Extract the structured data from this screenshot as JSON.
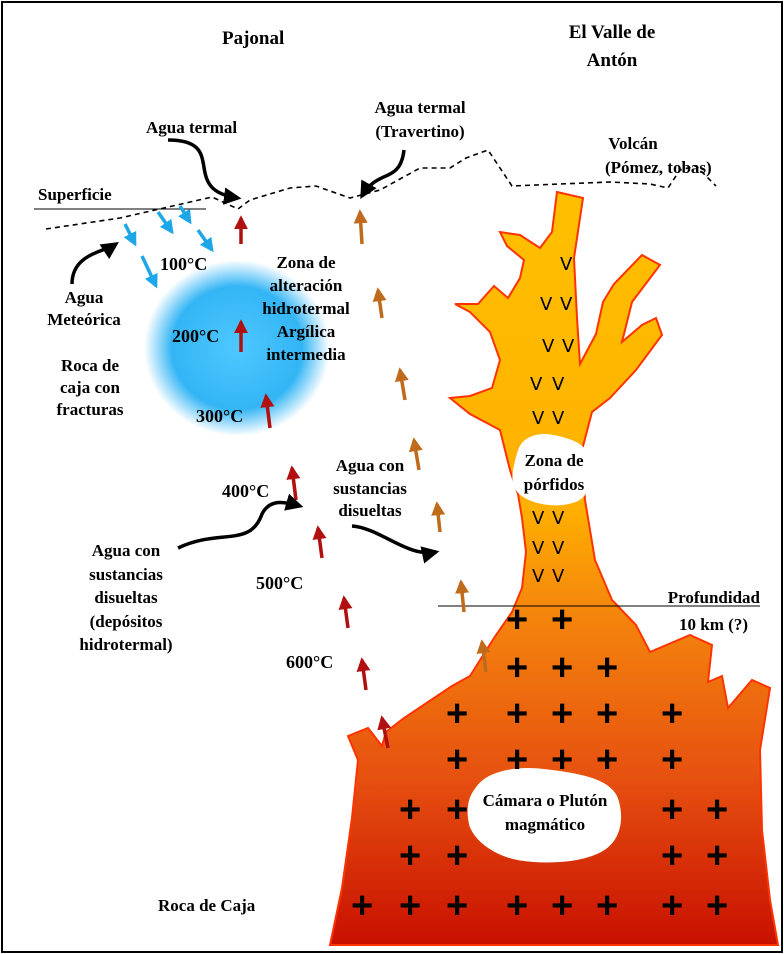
{
  "titles": {
    "left": "Pajonal",
    "right_line1": "El Valle de",
    "right_line2": "Antón"
  },
  "labels": {
    "superficie": "Superficie",
    "agua_termal": "Agua termal",
    "agua_termal_trav_1": "Agua termal",
    "agua_termal_trav_2": "(Travertino)",
    "volcan_1": "Volcán",
    "volcan_2": "(Pómez, tobas)",
    "agua_meteorica_1": "Agua",
    "agua_meteorica_2": "Meteórica",
    "roca_caja_1": "Roca de",
    "roca_caja_2": "caja con",
    "roca_caja_3": "fracturas",
    "zona_alt_1": "Zona de",
    "zona_alt_2": "alteración",
    "zona_alt_3": "hidrotermal",
    "zona_alt_4": "Argílica",
    "zona_alt_5": "intermedia",
    "agua_sust_mid_1": "Agua con",
    "agua_sust_mid_2": "sustancias",
    "agua_sust_mid_3": "disueltas",
    "agua_sust_left_1": "Agua con",
    "agua_sust_left_2": "sustancias",
    "agua_sust_left_3": "disueltas",
    "agua_sust_left_4": "(depósitos",
    "agua_sust_left_5": "hidrotermal)",
    "porfidos_1": "Zona de",
    "porfidos_2": "pórfidos",
    "profundidad_1": "Profundidad",
    "profundidad_2": "10 km (?)",
    "camara_1": "Cámara o Plutón",
    "camara_2": "magmático",
    "roca_de_caja": "Roca de Caja"
  },
  "temperatures": {
    "t100": "100°C",
    "t200": "200°C",
    "t300": "300°C",
    "t400": "400°C",
    "t500": "500°C",
    "t600": "600°C"
  },
  "colors": {
    "magma_top": "#ffc000",
    "magma_mid": "#ff8c00",
    "magma_bottom": "#cc1400",
    "magma_outline": "#ff3300",
    "alteration_zone": "#2fb0f0",
    "meteoric_arrow": "#1ea7e8",
    "hot_arrow": "#b01010",
    "thermal_arrow": "#c06a1c"
  },
  "symbols": {
    "plus": "+",
    "vee": "V"
  }
}
